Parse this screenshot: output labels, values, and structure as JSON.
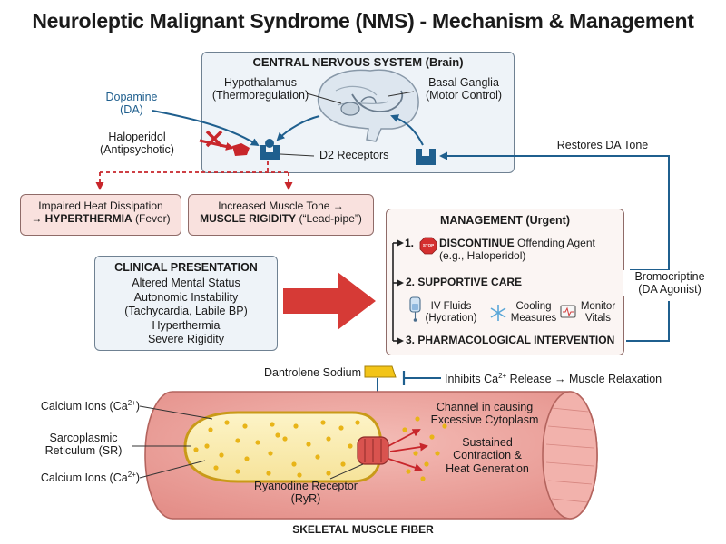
{
  "title": "Neuroleptic Malignant Syndrome (NMS) - Mechanism & Management",
  "cns": {
    "title": "CENTRAL NERVOUS SYSTEM (Brain)",
    "hypothalamus_line1": "Hypothalamus",
    "hypothalamus_line2": "(Thermoregulation)",
    "basal_ganglia_line1": "Basal Ganglia",
    "basal_ganglia_line2": "(Motor Control)",
    "d2_receptors": "D2 Receptors"
  },
  "dopamine": {
    "line1": "Dopamine",
    "line2": "(DA)"
  },
  "haloperidol": {
    "line1": "Haloperidol",
    "line2": "(Antipsychotic)"
  },
  "restores": "Restores DA Tone",
  "effects": {
    "heat_line1": "Impaired Heat Dissipation",
    "heat_arrow": "→ ",
    "heat_bold": "HYPERTHERMIA",
    "heat_tail": " (Fever)",
    "rigidity_line1": "Increased Muscle Tone →",
    "rigidity_bold": "MUSCLE RIGIDITY",
    "rigidity_tail": " (“Lead-pipe”)"
  },
  "clinical": {
    "title": "CLINICAL PRESENTATION",
    "items": [
      "Altered Mental Status",
      "Autonomic Instability",
      "(Tachycardia, Labile BP)",
      "Hyperthermia",
      "Severe Rigidity"
    ]
  },
  "management": {
    "title": "MANAGEMENT (Urgent)",
    "step1_num": "1.",
    "step1_bold": "DISCONTINUE",
    "step1_rest": " Offending Agent",
    "step1_sub": "(e.g., Haloperidol)",
    "stop_sign": "STOP",
    "step2": "2. SUPPORTIVE CARE",
    "iv_line1": "IV Fluids",
    "iv_line2": "(Hydration)",
    "cooling_line1": "Cooling",
    "cooling_line2": "Measures",
    "monitor_line1": "Monitor",
    "monitor_line2": "Vitals",
    "step3": "3. PHARMACOLOGICAL INTERVENTION"
  },
  "bromocriptine": {
    "line1": "Bromocriptine",
    "line2": "(DA Agonist)"
  },
  "dantrolene": "Dantrolene Sodium",
  "inhibits": {
    "pre": "Inhibits Ca",
    "sup": "2+",
    "post": " Release → Muscle Relaxation"
  },
  "muscle": {
    "calcium_top": {
      "pre": "Calcium Ions (Ca",
      "sup": "2+",
      "post": ")"
    },
    "sr_line1": "Sarcoplasmic",
    "sr_line2": "Reticulum (SR)",
    "calcium_bottom": {
      "pre": "Calcium Ions (Ca",
      "sup": "2+",
      "post": ")"
    },
    "channel_line1": "Channel in causing",
    "channel_line2": "Excessive Cytoplasm",
    "sustained_line1": "Sustained",
    "sustained_line2": "Contraction &",
    "sustained_line3": "Heat Generation",
    "ryr_line1": "Ryanodine Receptor",
    "ryr_line2": "(RyR)",
    "caption": "SKELETAL MUSCLE FIBER"
  },
  "colors": {
    "blue_arrow": "#1f5f8e",
    "red_arrow": "#c8262b",
    "big_arrow": "#d63a36",
    "pink_box": "#f9e1de",
    "blue_box": "#eef3f8",
    "muscle_outer": "#efa6a0",
    "sr_fill": "#fbeeb4",
    "calcium_dot": "#e8b418",
    "receptor": "#1f5f8e"
  }
}
